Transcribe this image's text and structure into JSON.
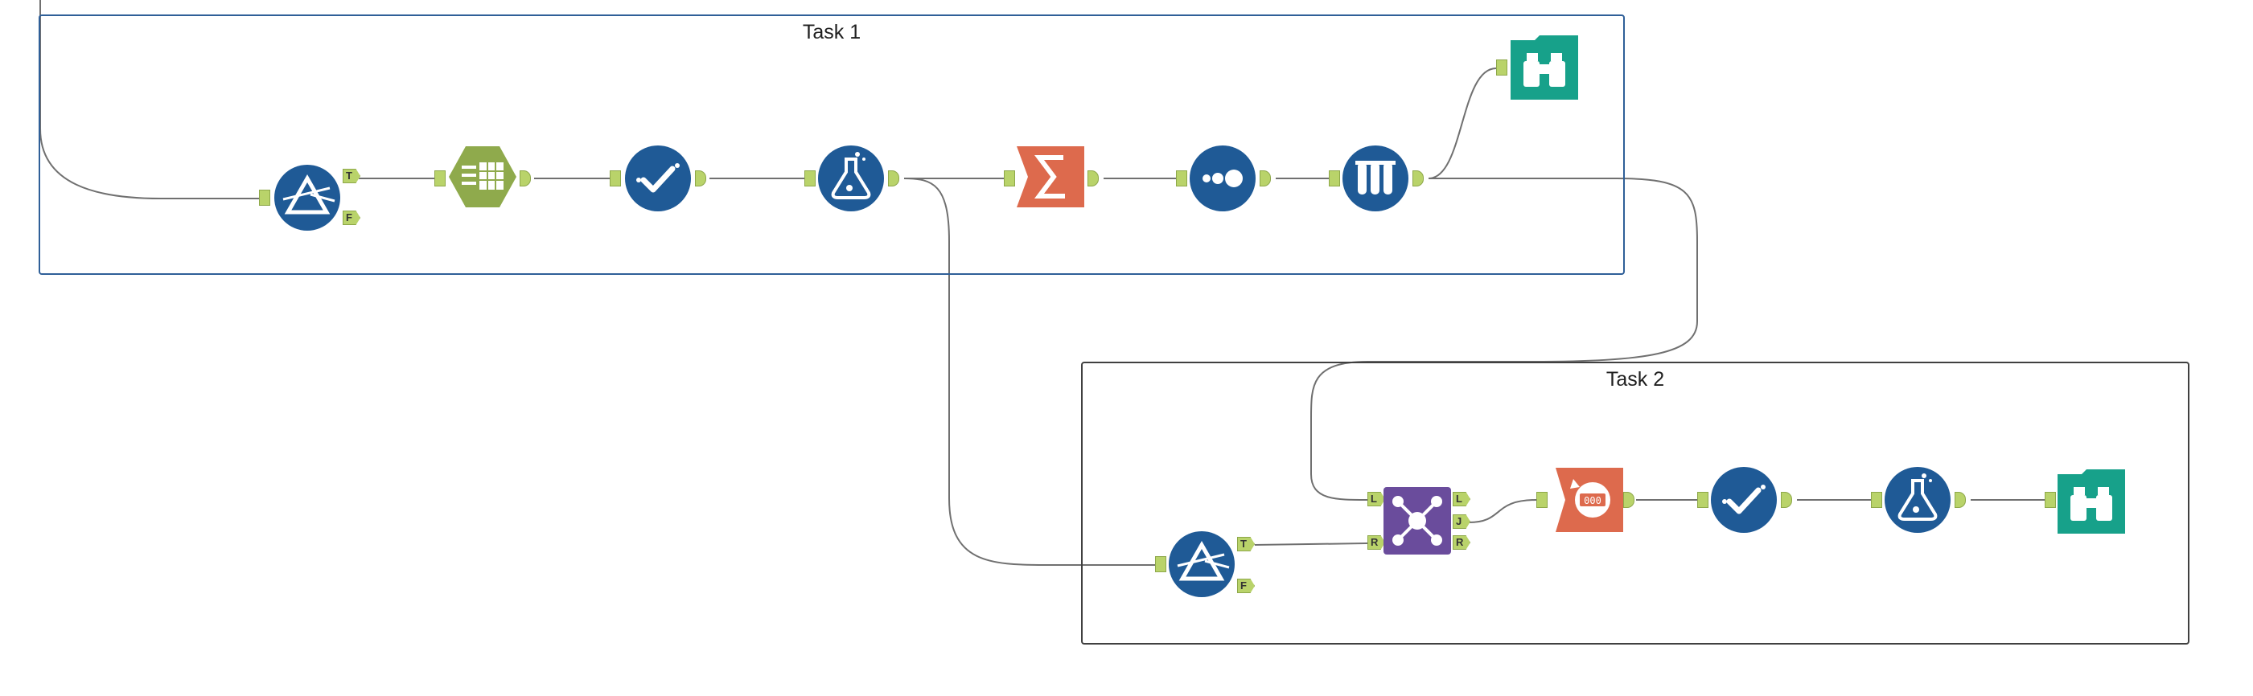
{
  "containers": {
    "task1": {
      "title": "Task 1",
      "border_color": "#2f5f98"
    },
    "task2": {
      "title": "Task 2",
      "border_color": "#404040"
    }
  },
  "colors": {
    "blue_tool": "#1f5a96",
    "green_tool": "#8faa4c",
    "orange_tool": "#dd6a4d",
    "purple_tool": "#6a4c9c",
    "teal_tool": "#17a18a",
    "anchor": "#b9d36a",
    "wire": "#707070"
  },
  "tools": {
    "t1_filter": {
      "icon": "filter-prism-icon",
      "outputs": [
        "T",
        "F"
      ]
    },
    "t1_text_to_columns": {
      "icon": "text-to-columns-icon"
    },
    "t1_select": {
      "icon": "select-checkmark-icon"
    },
    "t1_formula": {
      "icon": "formula-flask-icon"
    },
    "t1_summarize": {
      "icon": "summarize-sigma-icon"
    },
    "t1_unique": {
      "icon": "unique-dots-icon"
    },
    "t1_sample": {
      "icon": "sample-tubes-icon"
    },
    "t1_browse": {
      "icon": "browse-binoculars-icon"
    },
    "t2_filter": {
      "icon": "filter-prism-icon",
      "outputs": [
        "T",
        "F"
      ]
    },
    "t2_join": {
      "icon": "join-network-icon",
      "inputs": [
        "L",
        "R"
      ],
      "outputs": [
        "L",
        "J",
        "R"
      ]
    },
    "t2_record_id": {
      "icon": "record-id-icon"
    },
    "t2_select": {
      "icon": "select-checkmark-icon"
    },
    "t2_formula": {
      "icon": "formula-flask-icon"
    },
    "t2_browse": {
      "icon": "browse-binoculars-icon"
    }
  }
}
